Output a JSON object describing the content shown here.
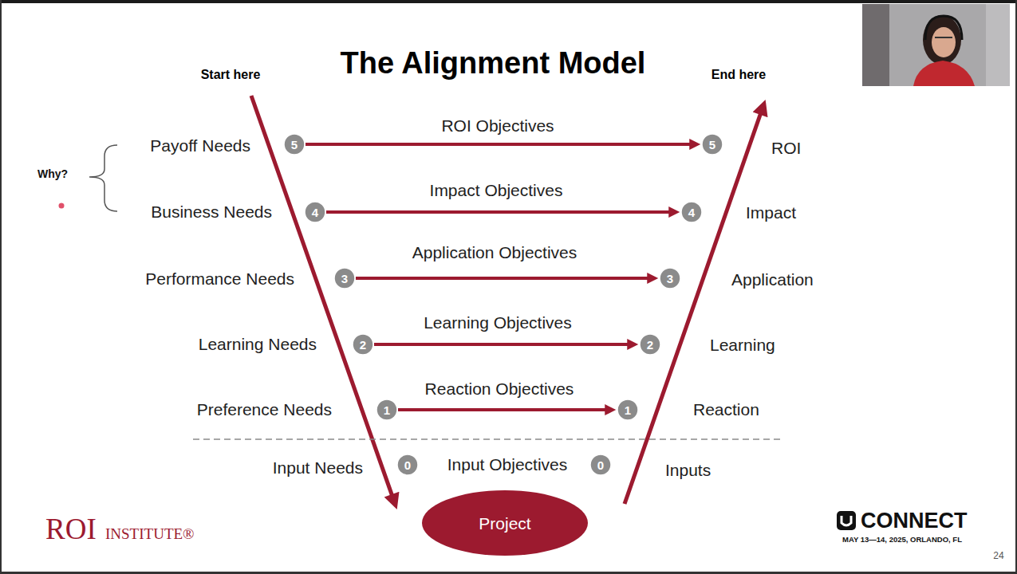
{
  "diagram": {
    "title": "The Alignment Model",
    "nodes": [
      {
        "text": [
          "5"
        ]
      },
      {
        "text": [
          "5"
        ]
      },
      {
        "text": [
          "4"
        ]
      },
      {
        "text": [
          "4"
        ]
      },
      {
        "text": [
          "3"
        ]
      },
      {
        "text": [
          "3"
        ]
      },
      {
        "text": [
          "2"
        ]
      },
      {
        "text": [
          "2"
        ]
      },
      {
        "text": [
          "1"
        ]
      },
      {
        "text": [
          "1"
        ]
      },
      {
        "text": [
          "0"
        ]
      },
      {
        "text": [
          "0"
        ]
      },
      {
        "text": [
          "Project"
        ]
      }
    ],
    "edges": [
      {
        "from": 0,
        "to": 1,
        "label": "ROI Objectives",
        "arrow": "to"
      },
      {
        "from": 2,
        "to": 3,
        "label": "Impact Objectives",
        "arrow": "to"
      },
      {
        "from": 4,
        "to": 5,
        "label": "Application Objectives",
        "arrow": "to"
      },
      {
        "from": 6,
        "to": 7,
        "label": "Learning Objectives",
        "arrow": "to"
      },
      {
        "from": 8,
        "to": 9,
        "label": "Reaction Objectives",
        "arrow": "to"
      }
    ],
    "labels": [
      "Start here",
      "End here",
      "Why?",
      "Payoff Needs",
      "Business Needs",
      "Performance Needs",
      "Learning Needs",
      "Preference Needs",
      "Input Needs",
      "Input Objectives",
      "ROI",
      "Impact",
      "Application",
      "Learning",
      "Reaction",
      "Inputs",
      "ROI",
      "INSTITUTE®",
      "CONNECT",
      "MAY 13—14, 2025, ORLANDO, FL",
      "24"
    ]
  }
}
